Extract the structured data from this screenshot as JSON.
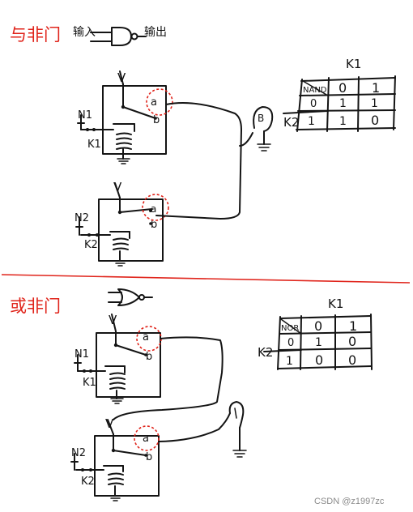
{
  "sections": [
    {
      "title": "与非门",
      "input_label": "输入",
      "output_label": "输出",
      "circuit": {
        "supply_top": "V",
        "supply_bottom": "V",
        "switch_top": "N1",
        "switch_bottom": "N2",
        "coil_top": "K1",
        "coil_bottom": "K2",
        "contact_a_top": "a",
        "contact_b_top": "b",
        "contact_a_bottom": "a",
        "contact_b_bottom": "b",
        "lamp": "B"
      },
      "table": {
        "corner": "NAND",
        "col_header": "K1",
        "row_header": "K2",
        "cols": [
          "0",
          "1"
        ],
        "rows": [
          {
            "label": "0",
            "cells": [
              "1",
              "1"
            ]
          },
          {
            "label": "1",
            "cells": [
              "1",
              "0"
            ]
          }
        ]
      }
    },
    {
      "title": "或非门",
      "circuit": {
        "supply_top": "V",
        "supply_bottom": "V",
        "switch_top": "N1",
        "switch_bottom": "N2",
        "coil_top": "K1",
        "coil_bottom": "K2",
        "contact_a_top": "a",
        "contact_b_top": "b",
        "contact_a_bottom": "a",
        "contact_b_bottom": "b"
      },
      "table": {
        "corner": "NOR",
        "col_header": "K1",
        "row_header": "K2",
        "cols": [
          "0",
          "1"
        ],
        "rows": [
          {
            "label": "0",
            "cells": [
              "1",
              "0"
            ]
          },
          {
            "label": "1",
            "cells": [
              "0",
              "0"
            ]
          }
        ]
      }
    }
  ],
  "watermark": "CSDN @z1997zc",
  "colors": {
    "ink": "#141414",
    "red": "#e0241b",
    "watermark": "#8a8a8a"
  }
}
